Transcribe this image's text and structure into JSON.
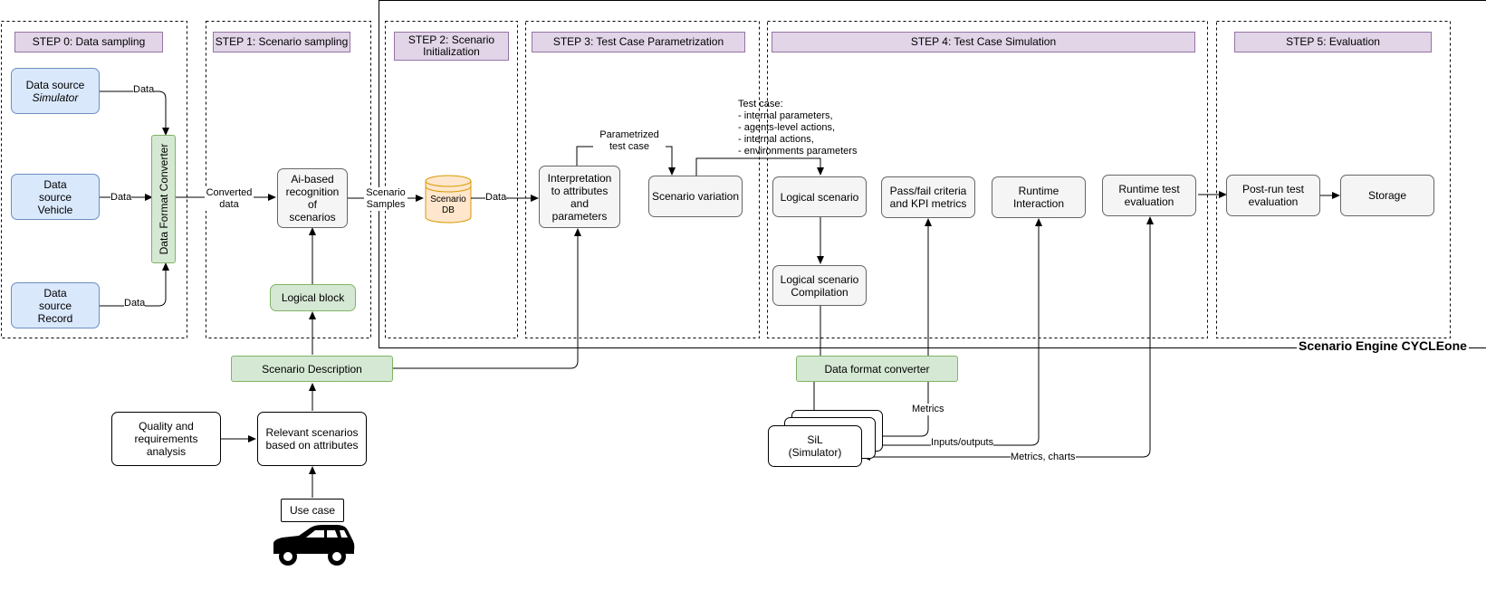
{
  "steps": {
    "s0": "STEP 0: Data sampling",
    "s1": "STEP 1: Scenario sampling",
    "s2": "STEP 2: Scenario Initialization",
    "s3": "STEP 3: Test Case Parametrization",
    "s4": "STEP 4: Test Case Simulation",
    "s5": "STEP 5: Evaluation"
  },
  "engine_title": "Scenario Engine CYCLEone",
  "nodes": {
    "ds_sim_1": "Data source",
    "ds_sim_2": "Simulator",
    "ds_veh": "Data source Vehicle",
    "ds_rec": "Data source Record",
    "converter_vertical": "Data Format Converter",
    "ai_recognition": "Ai-based recognition of scenarios",
    "logical_block": "Logical block",
    "scenario_db": "Scenario DB",
    "interpretation": "Interpretation to attributes and parameters",
    "scenario_variation": "Scenario variation",
    "logical_scenario": "Logical scenario",
    "logical_compilation": "Logical scenario Compilation",
    "pass_fail": "Pass/fail criteria and KPI metrics",
    "runtime_interaction": "Runtime Interaction",
    "runtime_eval": "Runtime test evaluation",
    "post_run": "Post-run test evaluation",
    "storage": "Storage",
    "scenario_description": "Scenario Description",
    "data_format_converter": "Data format converter",
    "quality": "Quality and requirements analysis",
    "relevant": "Relevant scenarios based on attributes",
    "use_case": "Use case",
    "sil": "SiL (Simulator)"
  },
  "labels": {
    "data1": "Data",
    "data2": "Data",
    "data3": "Data",
    "converted": "Converted data",
    "samples": "Scenario Samples",
    "data_db": "Data",
    "parametrized": "Parametrized test case",
    "test_case_title": "Test case:",
    "test_case_lines": [
      "- internal parameters,",
      "- agents-level actions,",
      "- internal actions,",
      "- environments parameters"
    ],
    "metrics": "Metrics",
    "inputs_outputs": "Inputs/outputs",
    "metrics_charts": "Metrics, charts"
  },
  "colors": {
    "blue_fill": "#dae8fc",
    "blue_stroke": "#6c8ebf",
    "green_fill": "#d5e8d4",
    "green_stroke": "#82b366",
    "purple_fill": "#e1d5e7",
    "purple_stroke": "#9673a6",
    "db_fill": "#ffe6cc",
    "db_stroke": "#d79b00",
    "grey_fill": "#f5f5f5",
    "grey_stroke": "#666666"
  },
  "icons": [
    "car-icon",
    "database-icon"
  ]
}
